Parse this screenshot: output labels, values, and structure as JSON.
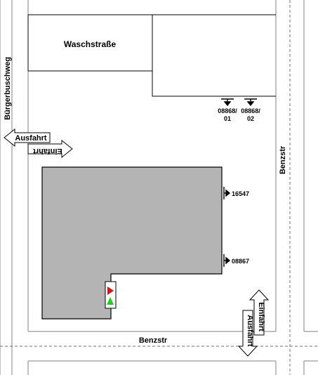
{
  "streets": {
    "west": "Bürgerbuschweg",
    "south": "Benzstr",
    "east": "Benzstr"
  },
  "buildings": {
    "car_wash": "Waschstraße"
  },
  "meters": [
    {
      "id": "08868/01",
      "line1": "08868/",
      "line2": "01"
    },
    {
      "id": "08868/02",
      "line1": "08868/",
      "line2": "02"
    },
    {
      "id": "16547",
      "label": "16547"
    },
    {
      "id": "08867",
      "label": "08867"
    }
  ],
  "access": {
    "west_exit": "Ausfahrt",
    "west_entry": "Einfahrt",
    "south_exit": "Ausfahrt",
    "south_entry": "Einfahrt"
  },
  "colors": {
    "building_fill": "#b4b4b4",
    "line": "#000000",
    "street_outline": "#808080",
    "marker_red": "#e01010",
    "marker_green": "#22cc22"
  }
}
